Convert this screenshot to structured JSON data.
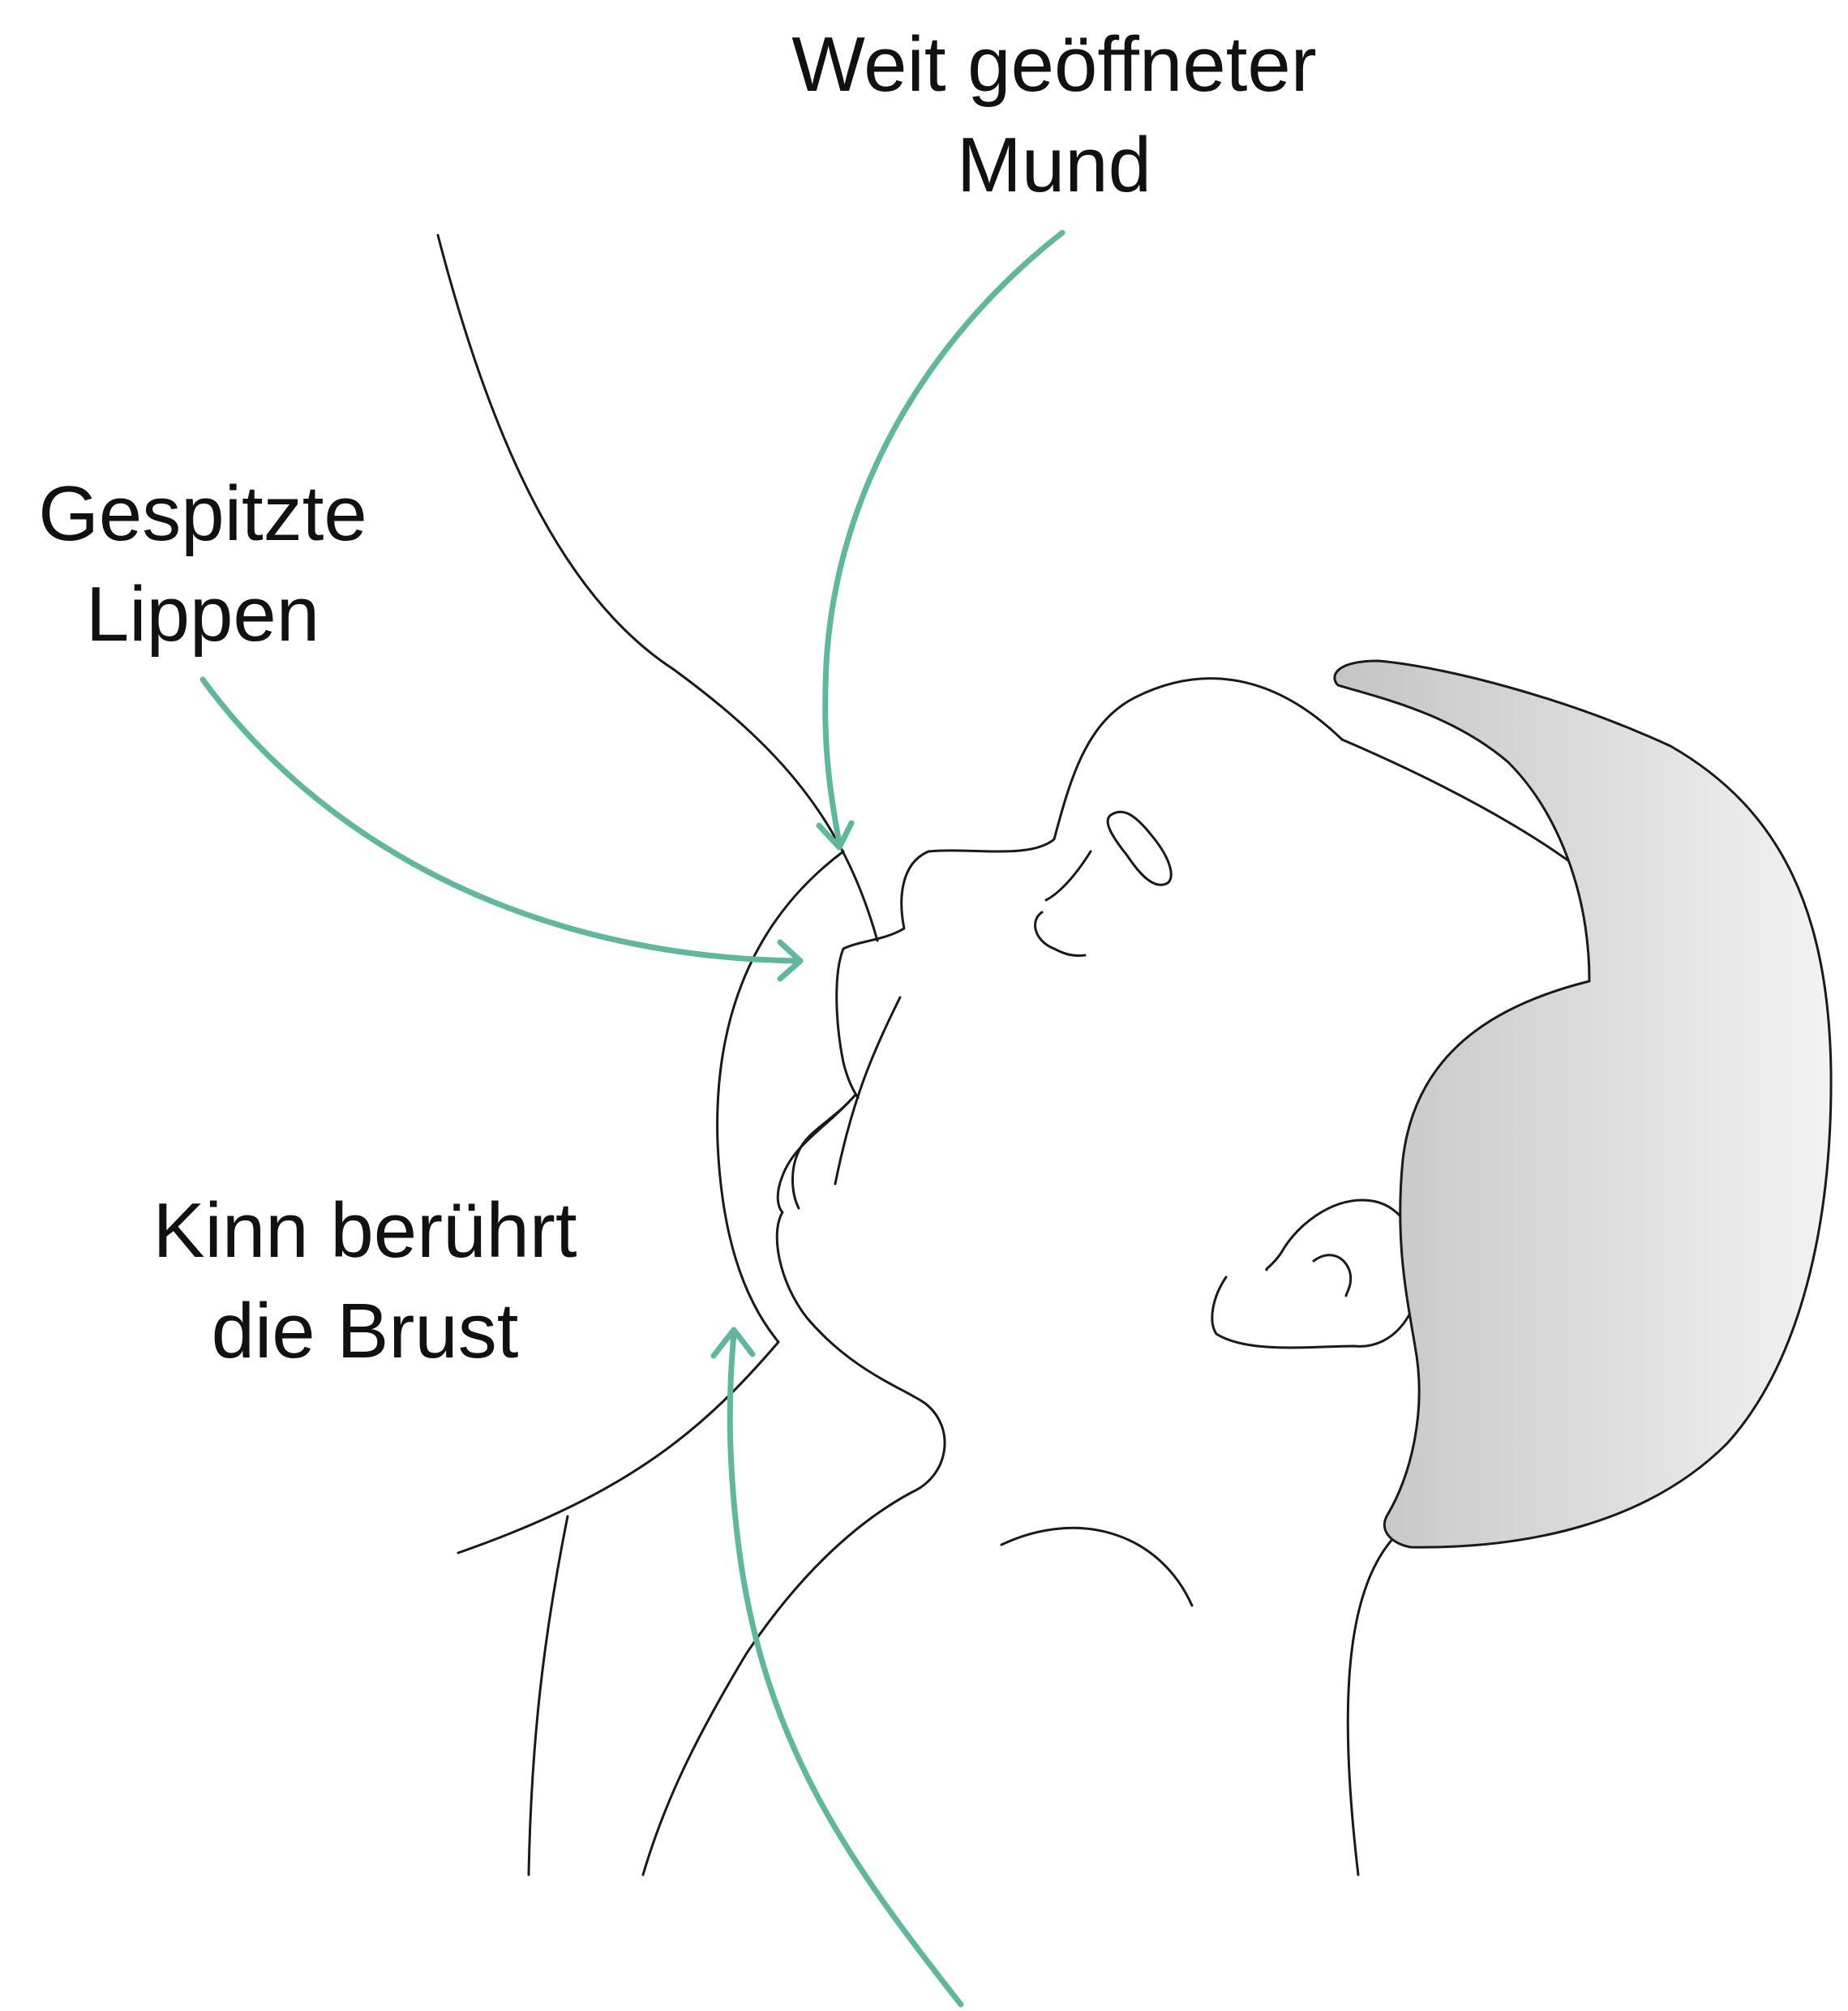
{
  "labels": {
    "mouth": {
      "line1": "Weit geöffneter",
      "line2": "Mund"
    },
    "lips": {
      "line1": "Gespitzte",
      "line2": "Lippen"
    },
    "chin": {
      "line1": "Kinn berührt",
      "line2": "die Brust"
    }
  },
  "colors": {
    "arrow": "#5fb89c",
    "outline": "#1a1a1a",
    "hair_light": "#f2f2f2",
    "hair_dark": "#c4c4c4",
    "background": "#ffffff"
  }
}
